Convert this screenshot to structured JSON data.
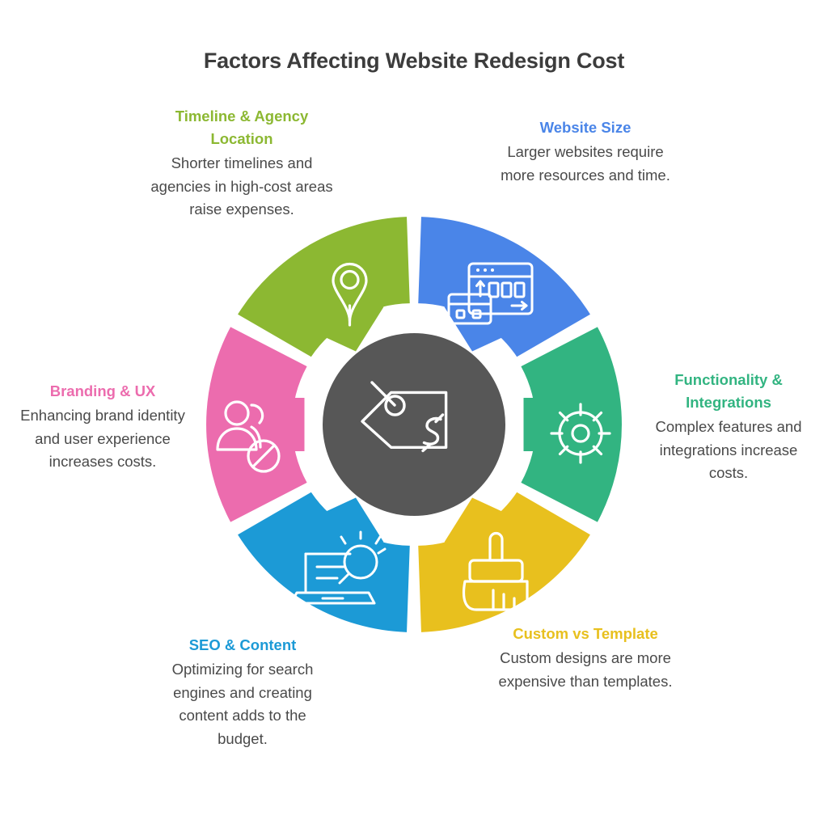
{
  "page": {
    "title": "Factors Affecting Website Redesign Cost",
    "background_color": "#ffffff",
    "title_color": "#3c3c3c",
    "body_text_color": "#4a4a4a"
  },
  "center": {
    "icon": "price-tag-dollar-icon",
    "circle_color": "#575757",
    "icon_color": "#ffffff"
  },
  "segments": [
    {
      "key": "website_size",
      "title": "Website Size",
      "body": "Larger websites require more resources and time.",
      "color": "#4a85e8",
      "icon": "browser-resize-icon",
      "position": "top-right"
    },
    {
      "key": "functionality",
      "title": "Functionality & Integrations",
      "body": "Complex features and integrations increase costs.",
      "color": "#32b481",
      "icon": "gear-icon",
      "position": "right"
    },
    {
      "key": "custom_vs_template",
      "title": "Custom vs Template",
      "body": "Custom designs are more expensive than templates.",
      "color": "#e8c01e",
      "icon": "paintbrush-icon",
      "position": "bottom-right"
    },
    {
      "key": "seo_content",
      "title": "SEO & Content",
      "body": "Optimizing for search engines and creating content adds to the budget.",
      "color": "#1c9ad6",
      "icon": "laptop-search-icon",
      "position": "bottom-left"
    },
    {
      "key": "branding_ux",
      "title": "Branding & UX",
      "body": "Enhancing brand identity and user experience increases costs.",
      "color": "#ec6cae",
      "icon": "users-blocked-icon",
      "position": "left"
    },
    {
      "key": "timeline_location",
      "title": "Timeline & Agency Location",
      "body": "Shorter timelines and agencies in high-cost areas raise expenses.",
      "color": "#8cb832",
      "icon": "map-pin-icon",
      "position": "top-left"
    }
  ]
}
